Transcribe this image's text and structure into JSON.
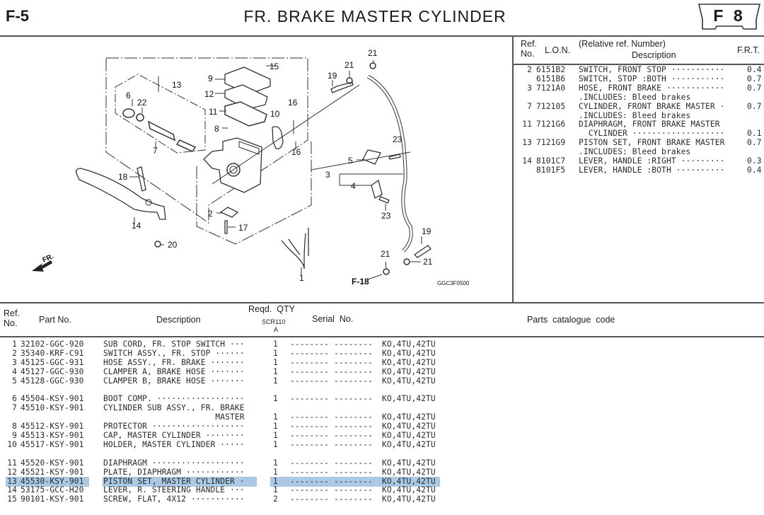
{
  "header": {
    "section_code": "F-5",
    "title": "FR. BRAKE MASTER CYLINDER",
    "badge": "F 8"
  },
  "frt_panel": {
    "headers": {
      "ref_no_line1": "Ref.",
      "ref_no_line2": "No.",
      "lon": "L.O.N.",
      "relative_ref": "(Relative ref. Number)",
      "description": "Description",
      "frt": "F.R.T."
    },
    "rows": [
      {
        "ref": "2",
        "lon": "6151B2",
        "desc": "SWITCH, FRONT STOP ···········",
        "frt": "0.4"
      },
      {
        "ref": "",
        "lon": "6151B6",
        "desc": "SWITCH, STOP :BOTH ···········",
        "frt": "0.7"
      },
      {
        "ref": "3",
        "lon": "7121A0",
        "desc": "HOSE, FRONT BRAKE ············",
        "frt": "0.7"
      },
      {
        "ref": "",
        "lon": "",
        "desc": ".INCLUDES: Bleed brakes",
        "frt": ""
      },
      {
        "ref": "7",
        "lon": "712105",
        "desc": "CYLINDER, FRONT BRAKE MASTER ·",
        "frt": "0.7"
      },
      {
        "ref": "",
        "lon": "",
        "desc": ".INCLUDES: Bleed brakes",
        "frt": ""
      },
      {
        "ref": "11",
        "lon": "7121G6",
        "desc": "DIAPHRAGM, FRONT BRAKE MASTER",
        "frt": ""
      },
      {
        "ref": "",
        "lon": "",
        "desc": "  CYLINDER ···················",
        "frt": "0.1"
      },
      {
        "ref": "13",
        "lon": "7121G9",
        "desc": "PISTON SET, FRONT BRAKE MASTER",
        "frt": "0.7"
      },
      {
        "ref": "",
        "lon": "",
        "desc": ".INCLUDES: Bleed brakes",
        "frt": ""
      },
      {
        "ref": "14",
        "lon": "8101C7",
        "desc": "LEVER, HANDLE :RIGHT ·········",
        "frt": "0.3"
      },
      {
        "ref": "",
        "lon": "8101F5",
        "desc": "LEVER, HANDLE :BOTH ··········",
        "frt": "0.4"
      }
    ]
  },
  "diagram": {
    "figure_code": "GGC3F0500",
    "direction_label": "FR.",
    "cross_ref": "F-18",
    "callouts": [
      "1",
      "2",
      "3",
      "4",
      "5",
      "6",
      "7",
      "8",
      "9",
      "10",
      "11",
      "12",
      "13",
      "14",
      "15",
      "16",
      "16",
      "17",
      "18",
      "19",
      "19",
      "20",
      "21",
      "21",
      "21",
      "21",
      "22",
      "23",
      "23"
    ]
  },
  "parts_table": {
    "headers": {
      "ref_line1": "Ref.",
      "ref_line2": "No.",
      "part_no": "Part No.",
      "description": "Description",
      "reqd_qty": "Reqd.  QTY",
      "model": "SCR110",
      "model_sub": "A",
      "serial_no": "Serial  No.",
      "catalogue_code": "Parts  catalogue  code"
    },
    "highlight_color": "#a9c9e4",
    "rows": [
      {
        "ref": "1",
        "part_no": "32102-GGC-920",
        "desc": "SUB CORD, FR. STOP SWITCH ···",
        "qty": "1",
        "serial": "-------- --------",
        "codes": "KO,4TU,42TU",
        "highlighted": false
      },
      {
        "ref": "2",
        "part_no": "35340-KRF-C91",
        "desc": "SWITCH ASSY., FR. STOP ······",
        "qty": "1",
        "serial": "-------- --------",
        "codes": "KO,4TU,42TU",
        "highlighted": false
      },
      {
        "ref": "3",
        "part_no": "45125-GGC-931",
        "desc": "HOSE ASSY., FR. BRAKE ·······",
        "qty": "1",
        "serial": "-------- --------",
        "codes": "KO,4TU,42TU",
        "highlighted": false
      },
      {
        "ref": "4",
        "part_no": "45127-GGC-930",
        "desc": "CLAMPER A, BRAKE HOSE ·······",
        "qty": "1",
        "serial": "-------- --------",
        "codes": "KO,4TU,42TU",
        "highlighted": false
      },
      {
        "ref": "5",
        "part_no": "45128-GGC-930",
        "desc": "CLAMPER B, BRAKE HOSE ·······",
        "qty": "1",
        "serial": "-------- --------",
        "codes": "KO,4TU,42TU",
        "highlighted": false
      },
      {
        "ref": "6",
        "part_no": "45504-KSY-901",
        "desc": "BOOT COMP. ··················",
        "qty": "1",
        "serial": "-------- --------",
        "codes": "KO,4TU,42TU",
        "highlighted": false
      },
      {
        "ref": "7",
        "part_no": "45510-KSY-901",
        "desc": "CYLINDER SUB ASSY., FR. BRAKE",
        "qty": "",
        "serial": "",
        "codes": "",
        "highlighted": false
      },
      {
        "ref": "",
        "part_no": "",
        "desc": "                       MASTER",
        "qty": "1",
        "serial": "-------- --------",
        "codes": "KO,4TU,42TU",
        "highlighted": false
      },
      {
        "ref": "8",
        "part_no": "45512-KSY-901",
        "desc": "PROTECTOR ···················",
        "qty": "1",
        "serial": "-------- --------",
        "codes": "KO,4TU,42TU",
        "highlighted": false
      },
      {
        "ref": "9",
        "part_no": "45513-KSY-901",
        "desc": "CAP, MASTER CYLINDER ········",
        "qty": "1",
        "serial": "-------- --------",
        "codes": "KO,4TU,42TU",
        "highlighted": false
      },
      {
        "ref": "10",
        "part_no": "45517-KSY-901",
        "desc": "HOLDER, MASTER CYLINDER ·····",
        "qty": "1",
        "serial": "-------- --------",
        "codes": "KO,4TU,42TU",
        "highlighted": false
      },
      {
        "ref": "11",
        "part_no": "45520-KSY-901",
        "desc": "DIAPHRAGM ···················",
        "qty": "1",
        "serial": "-------- --------",
        "codes": "KO,4TU,42TU",
        "highlighted": false
      },
      {
        "ref": "12",
        "part_no": "45521-KSY-901",
        "desc": "PLATE, DIAPHRAGM ············",
        "qty": "1",
        "serial": "-------- --------",
        "codes": "KO,4TU,42TU",
        "highlighted": false
      },
      {
        "ref": "13",
        "part_no": "45530-KSY-901",
        "desc": "PISTON SET, MASTER CYLINDER ·",
        "qty": "1",
        "serial": "-------- --------",
        "codes": "KO,4TU,42TU",
        "highlighted": true
      },
      {
        "ref": "14",
        "part_no": "53175-GCC-H20",
        "desc": "LEVER, R. STEERING HANDLE ···",
        "qty": "1",
        "serial": "-------- --------",
        "codes": "KO,4TU,42TU",
        "highlighted": false
      },
      {
        "ref": "15",
        "part_no": "90101-KSY-901",
        "desc": "SCREW, FLAT, 4X12 ···········",
        "qty": "2",
        "serial": "-------- --------",
        "codes": "KO,4TU,42TU",
        "highlighted": false
      }
    ]
  }
}
